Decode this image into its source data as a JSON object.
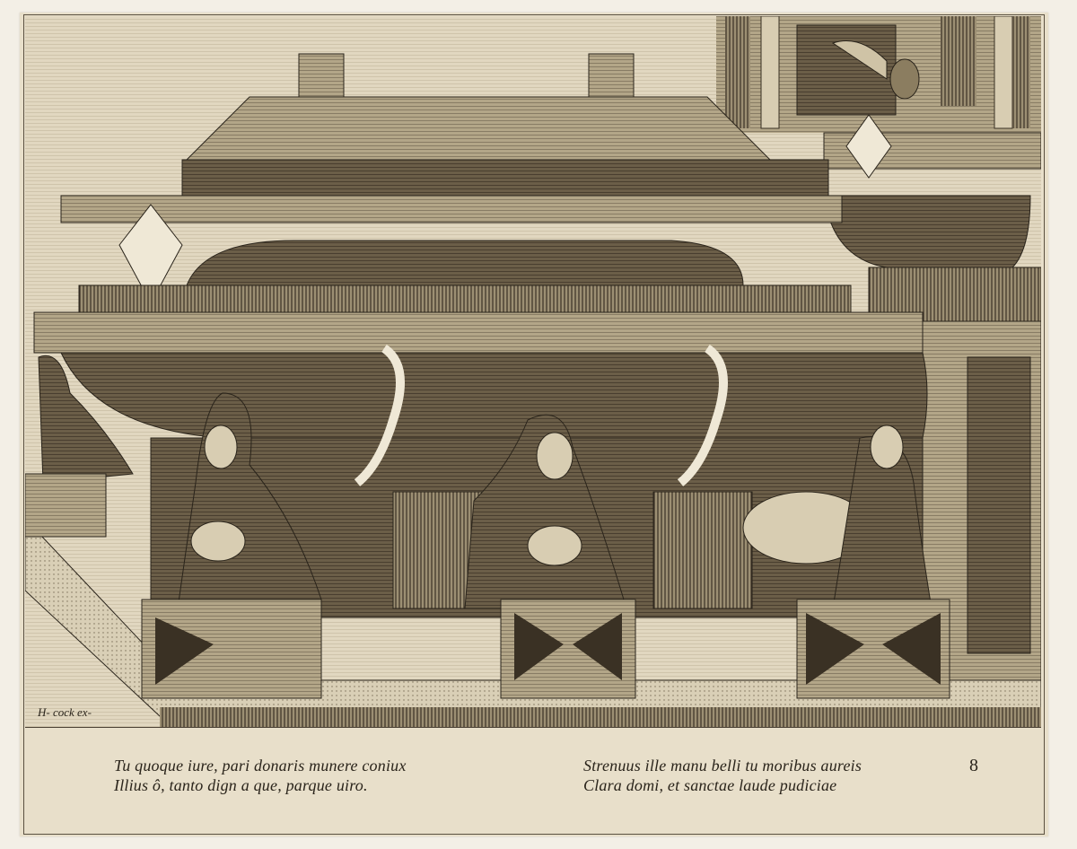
{
  "print": {
    "description": "Engraving of a Renaissance tomb monument with sphinxes and a recumbent figure",
    "publisher_mark": "H- cock ex-",
    "plate_number": "8",
    "caption_left": [
      "Tu quoque iure, pari donaris munere coniux",
      "Illius ô, tanto dign a que, parque uiro."
    ],
    "caption_right": [
      "Strenuus ille manu belli tu moribus aureis",
      "Clara domi, et sanctae laude pudiciae"
    ],
    "colors": {
      "paper": "#e8dfca",
      "ink": "#2a241b",
      "margin": "#f3efe6"
    }
  }
}
